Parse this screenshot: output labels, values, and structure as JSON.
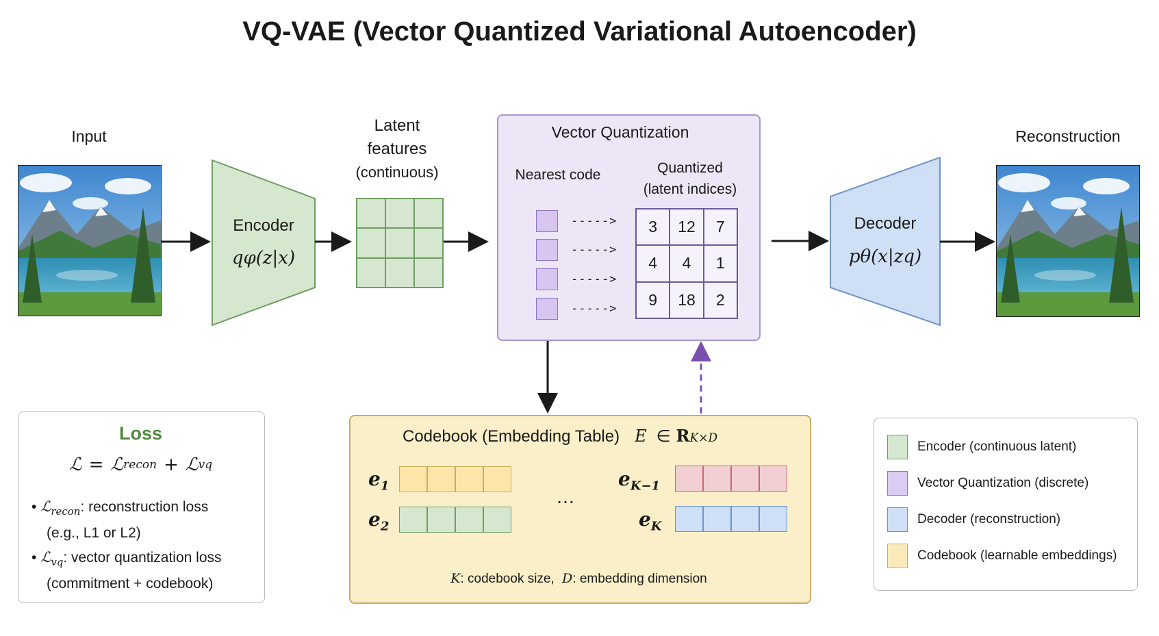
{
  "title": "VQ-VAE (Vector Quantized Variational Autoencoder)",
  "input": {
    "label": "Input"
  },
  "encoder": {
    "label": "Encoder",
    "formula": "qφ(z|x)"
  },
  "latent": {
    "label_line1": "Latent",
    "label_line2": "features",
    "label_line3": "(continuous)"
  },
  "vq": {
    "title": "Vector Quantization",
    "nearest_label": "Nearest code",
    "quantized_line1": "Quantized",
    "quantized_line2": "(latent indices)",
    "arrow_text": "----->",
    "indices": [
      [
        "3",
        "12",
        "7"
      ],
      [
        "4",
        "4",
        "1"
      ],
      [
        "9",
        "18",
        "2"
      ]
    ]
  },
  "decoder": {
    "label": "Decoder",
    "formula": "pθ(x|zq)"
  },
  "reconstruction": {
    "label": "Reconstruction"
  },
  "codebook": {
    "title": "Codebook (Embedding Table)",
    "formula_E": "E",
    "formula_in": "∈",
    "formula_R": "R",
    "formula_exp": "K×D",
    "e1": "e",
    "e1_sub": "1",
    "e2": "e",
    "e2_sub": "2",
    "ek1": "e",
    "ek1_sub": "K−1",
    "ek": "e",
    "ek_sub": "K",
    "ellipsis": "…",
    "footer_K": "K",
    "footer_k_text": ": codebook size,",
    "footer_D": "D",
    "footer_d_text": ": embedding dimension"
  },
  "loss": {
    "title": "Loss",
    "L": "ℒ",
    "eq": "=",
    "plus": "+",
    "sub_recon": "recon",
    "sub_vq": "vq",
    "b1_text": ": reconstruction loss",
    "b1_sub": "(e.g., L1 or L2)",
    "b2_text": ": vector quantization loss",
    "b2_sub": "(commitment + codebook)"
  },
  "legend": {
    "items": [
      {
        "label": "Encoder (continuous latent)",
        "color": "#d5e8cf",
        "border": "#6f9d63"
      },
      {
        "label": "Vector Quantization (discrete)",
        "color": "#dccbf2",
        "border": "#8f75c2"
      },
      {
        "label": "Decoder (reconstruction)",
        "color": "#cfdff5",
        "border": "#6f94c9"
      },
      {
        "label": "Codebook (learnable embeddings)",
        "color": "#fbeab9",
        "border": "#c9ad62"
      }
    ]
  },
  "colors": {
    "encoder_fill": "#d5e8cf",
    "encoder_stroke": "#6f9d63",
    "decoder_fill": "#cfdff5",
    "decoder_stroke": "#6f94c9",
    "vq_fill": "#ece6f6",
    "codebook_fill": "#fbefc9",
    "loss_title": "#4f8b3e",
    "dashed_arrow": "#7b4fb0"
  }
}
